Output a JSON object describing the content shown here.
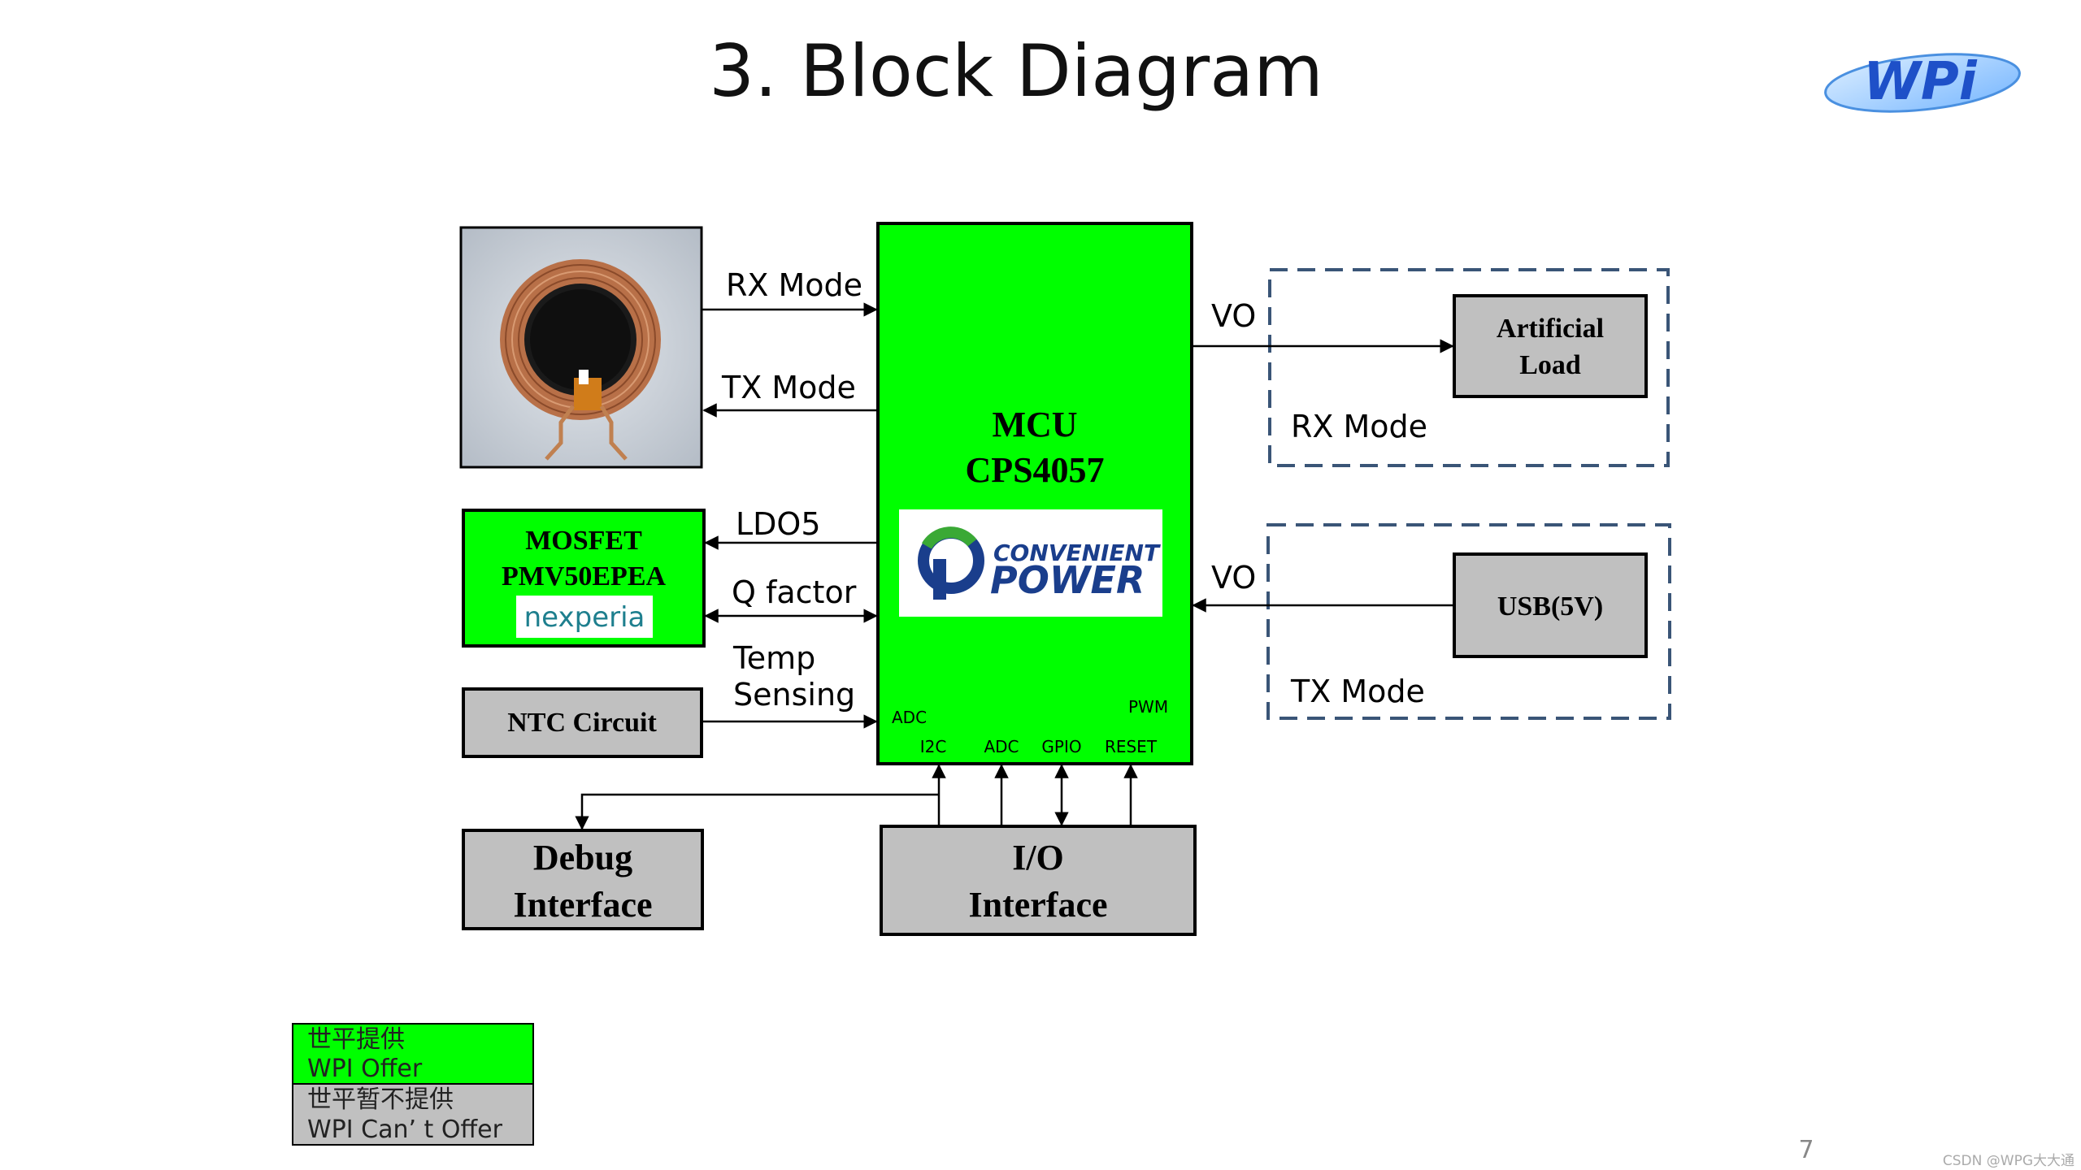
{
  "slide": {
    "title": "3.  Block Diagram",
    "page_number": "7",
    "watermark": "CSDN @WPG大大通"
  },
  "logos": {
    "wpi": "WPi",
    "convenient_top": "CONVENIENT",
    "convenient_bottom": "POWER",
    "nexperia": "nexperia"
  },
  "blocks": {
    "mcu": {
      "line1": "MCU",
      "line2": "CPS4057"
    },
    "mosfet": {
      "line1": "MOSFET",
      "line2": "PMV50EPEA"
    },
    "ntc": "NTC Circuit",
    "debug": {
      "line1": "Debug",
      "line2": "Interface"
    },
    "io": {
      "line1": "I/O",
      "line2": "Interface"
    },
    "artificial_load": {
      "line1": "Artificial",
      "line2": "Load"
    },
    "usb": "USB(5V)"
  },
  "groups": {
    "rx_mode": "RX  Mode",
    "tx_mode": "TX  Mode"
  },
  "signals": {
    "rx_mode": "RX Mode",
    "tx_mode": "TX Mode",
    "ldo5": "LDO5",
    "q_factor": "Q factor",
    "temp_line1": "Temp",
    "temp_line2": "Sensing",
    "vo_top": "VO",
    "vo_bottom": "VO"
  },
  "pins": {
    "adc_left": "ADC",
    "pwm": "PWM",
    "i2c": "I2C",
    "adc": "ADC",
    "gpio": "GPIO",
    "reset": "RESET"
  },
  "legend": {
    "offer_cn": "世平提供",
    "offer_en": "WPI Offer",
    "cant_cn": "世平暂不提供",
    "cant_en": "WPI Can’ t Offer"
  },
  "colors": {
    "offer_green": "#00ff00",
    "cant_gray": "#c0c0c0",
    "dashed_border": "#3a5577",
    "convenient_blue": "#1a3e8c",
    "convenient_green": "#3aa935",
    "nexperia_teal": "#1e7f8e",
    "nexperia_orange": "#f39200",
    "wpi_blue": "#1e50c8"
  }
}
